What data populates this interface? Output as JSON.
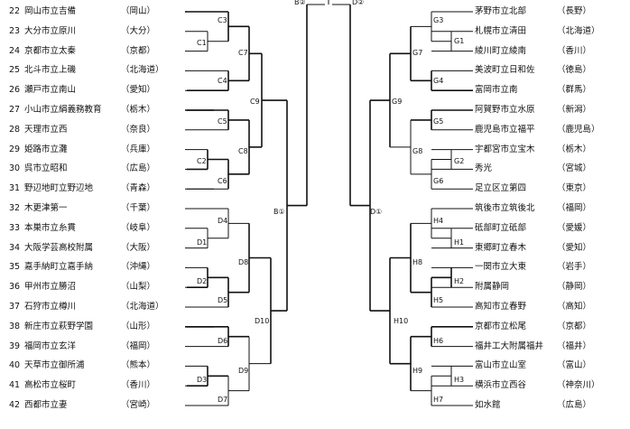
{
  "left_teams": [
    {
      "num": "22",
      "name": "岡山市立吉備",
      "pref": "（岡山）"
    },
    {
      "num": "23",
      "name": "大分市立原川",
      "pref": "（大分）"
    },
    {
      "num": "24",
      "name": "京都市立太秦",
      "pref": "（京都）"
    },
    {
      "num": "25",
      "name": "北斗市立上磯",
      "pref": "（北海道）"
    },
    {
      "num": "26",
      "name": "瀬戸市立南山",
      "pref": "（愛知）"
    },
    {
      "num": "27",
      "name": "小山市立絹義務教育",
      "pref": "（栃木）"
    },
    {
      "num": "28",
      "name": "天理市立西",
      "pref": "（奈良）"
    },
    {
      "num": "29",
      "name": "姫路市立灘",
      "pref": "（兵庫）"
    },
    {
      "num": "30",
      "name": "呉市立昭和",
      "pref": "（広島）"
    },
    {
      "num": "31",
      "name": "野辺地町立野辺地",
      "pref": "（青森）"
    },
    {
      "num": "32",
      "name": "木更津第一",
      "pref": "（千葉）"
    },
    {
      "num": "33",
      "name": "本巣市立糸貫",
      "pref": "（岐阜）"
    },
    {
      "num": "34",
      "name": "大阪学芸高校附属",
      "pref": "（大阪）"
    },
    {
      "num": "35",
      "name": "嘉手納町立嘉手納",
      "pref": "（沖縄）"
    },
    {
      "num": "36",
      "name": "甲州市立勝沼",
      "pref": "（山梨）"
    },
    {
      "num": "37",
      "name": "石狩市立樽川",
      "pref": "（北海道）"
    },
    {
      "num": "38",
      "name": "新庄市立萩野学園",
      "pref": "（山形）"
    },
    {
      "num": "39",
      "name": "福岡市立玄洋",
      "pref": "（福岡）"
    },
    {
      "num": "40",
      "name": "天草市立御所浦",
      "pref": "（熊本）"
    },
    {
      "num": "41",
      "name": "高松市立桜町",
      "pref": "（香川）"
    },
    {
      "num": "42",
      "name": "西都市立妻",
      "pref": "（宮崎）"
    }
  ],
  "right_teams": [
    {
      "name": "茅野市立北部",
      "pref": "（長野）"
    },
    {
      "name": "札幌市立清田",
      "pref": "（北海道）"
    },
    {
      "name": "綾川町立綾南",
      "pref": "（香川）"
    },
    {
      "name": "美波町立日和佐",
      "pref": "（徳島）"
    },
    {
      "name": "富岡市立南",
      "pref": "（群馬）"
    },
    {
      "name": "阿賀野市立水原",
      "pref": "（新潟）"
    },
    {
      "name": "鹿児島市立福平",
      "pref": "（鹿児島）"
    },
    {
      "name": "宇都宮市立宝木",
      "pref": "（栃木）"
    },
    {
      "name": "秀光",
      "pref": "（宮城）"
    },
    {
      "name": "足立区立第四",
      "pref": "（東京）"
    },
    {
      "name": "筑後市立筑後北",
      "pref": "（福岡）"
    },
    {
      "name": "砥部町立砥部",
      "pref": "（愛媛）"
    },
    {
      "name": "東郷町立春木",
      "pref": "（愛知）"
    },
    {
      "name": "一関市立大東",
      "pref": "（岩手）"
    },
    {
      "name": "附属静岡",
      "pref": "（静岡）"
    },
    {
      "name": "高知市立春野",
      "pref": "（高知）"
    },
    {
      "name": "京都市立松尾",
      "pref": "（京都）"
    },
    {
      "name": "福井工大附属福井",
      "pref": "（福井）"
    },
    {
      "name": "富山市立山室",
      "pref": "（富山）"
    },
    {
      "name": "横浜市立西谷",
      "pref": "（神奈川）"
    },
    {
      "name": "如水館",
      "pref": "（広島）"
    }
  ],
  "match_labels": {
    "top_b": "B②",
    "top_d": "D②",
    "b1": "B①",
    "d1": "D①",
    "c1": "C1",
    "c2": "C2",
    "c3": "C3",
    "c4": "C4",
    "c5": "C5",
    "c6": "C6",
    "c7": "C7",
    "c8": "C8",
    "c9": "C9",
    "d_1": "D1",
    "d_2": "D2",
    "d_3": "D3",
    "d_4": "D4",
    "d_5": "D5",
    "d_6": "D6",
    "d_7": "D7",
    "d_8": "D8",
    "d_9": "D9",
    "d_10": "D10",
    "g1": "G1",
    "g2": "G2",
    "g3": "G3",
    "g4": "G4",
    "g5": "G5",
    "g6": "G6",
    "g7": "G7",
    "g8": "G8",
    "g9": "G9",
    "h1": "H1",
    "h2": "H2",
    "h3": "H3",
    "h4": "H4",
    "h5": "H5",
    "h6": "H6",
    "h7": "H7",
    "h8": "H8",
    "h9": "H9",
    "h10": "H10"
  }
}
